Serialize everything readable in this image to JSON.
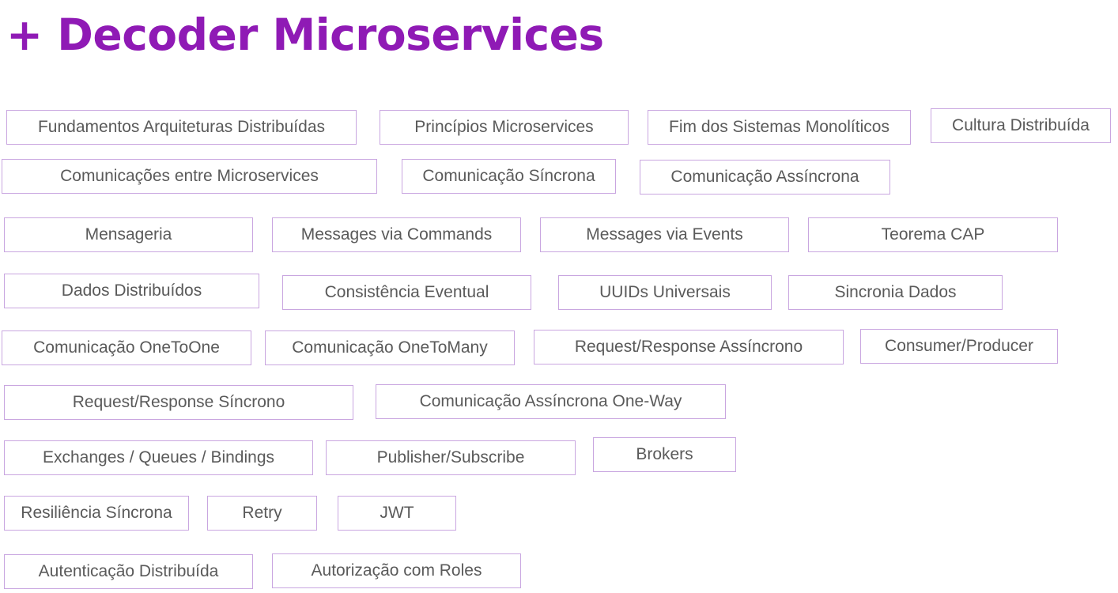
{
  "title": "+ Decoder Microservices",
  "border_color": "#c9a6e0",
  "title_color": "#8f1ab5",
  "topics": [
    "Fundamentos Arquiteturas Distribuídas",
    "Princípios Microservices",
    "Fim dos Sistemas Monolíticos",
    "Cultura Distribuída",
    "Comunicações entre Microservices",
    "Comunicação Síncrona",
    "Comunicação Assíncrona",
    "Mensageria",
    "Messages via Commands",
    "Messages via Events",
    "Teorema CAP",
    "Dados Distribuídos",
    "Consistência Eventual",
    "UUIDs Universais",
    "Sincronia Dados",
    "Comunicação OneToOne",
    "Comunicação OneToMany",
    "Request/Response Assíncrono",
    "Consumer/Producer",
    "Request/Response Síncrono",
    "Comunicação Assíncrona One-Way",
    "Exchanges / Queues / Bindings",
    "Publisher/Subscribe",
    "Brokers",
    "Resiliência Síncrona",
    "Retry",
    "JWT",
    "Autenticação Distribuída",
    "Autorização com Roles"
  ]
}
